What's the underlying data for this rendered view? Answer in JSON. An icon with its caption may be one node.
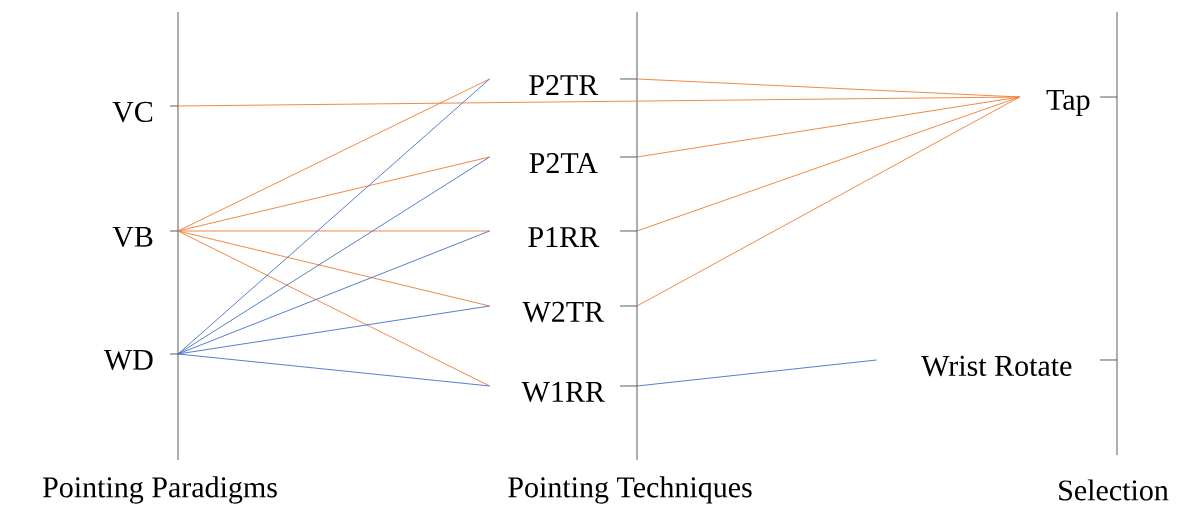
{
  "diagram": {
    "nodes": [
      {
        "text": [
          "VC"
        ]
      },
      {
        "text": [
          "VB"
        ]
      },
      {
        "text": [
          "WD"
        ]
      },
      {
        "text": [
          "P2TR"
        ]
      },
      {
        "text": [
          "P2TA"
        ]
      },
      {
        "text": [
          "P1RR"
        ]
      },
      {
        "text": [
          "W2TR"
        ]
      },
      {
        "text": [
          "W1RR"
        ]
      },
      {
        "text": [
          "Tap"
        ]
      },
      {
        "text": [
          "Wrist Rotate"
        ]
      }
    ],
    "edges": [
      {
        "from": 0,
        "to": 8,
        "arrow": "none"
      },
      {
        "from": 1,
        "to": 3,
        "arrow": "none"
      },
      {
        "from": 1,
        "to": 4,
        "arrow": "none"
      },
      {
        "from": 1,
        "to": 5,
        "arrow": "none"
      },
      {
        "from": 1,
        "to": 6,
        "arrow": "none"
      },
      {
        "from": 1,
        "to": 7,
        "arrow": "none"
      },
      {
        "from": 2,
        "to": 3,
        "arrow": "none",
        "color": "#4472c4"
      },
      {
        "from": 2,
        "to": 4,
        "arrow": "none",
        "color": "#4472c4"
      },
      {
        "from": 2,
        "to": 5,
        "arrow": "none",
        "color": "#4472c4"
      },
      {
        "from": 2,
        "to": 6,
        "arrow": "none",
        "color": "#4472c4"
      },
      {
        "from": 2,
        "to": 7,
        "arrow": "none",
        "color": "#4472c4"
      },
      {
        "from": 3,
        "to": 8,
        "arrow": "none"
      },
      {
        "from": 4,
        "to": 8,
        "arrow": "none"
      },
      {
        "from": 5,
        "to": 8,
        "arrow": "none"
      },
      {
        "from": 6,
        "to": 8,
        "arrow": "none"
      },
      {
        "from": 7,
        "to": 9,
        "arrow": "none",
        "color": "#4472c4"
      }
    ],
    "labels": [
      "Pointing Paradigms",
      "Pointing Techniques",
      "Selection"
    ]
  }
}
